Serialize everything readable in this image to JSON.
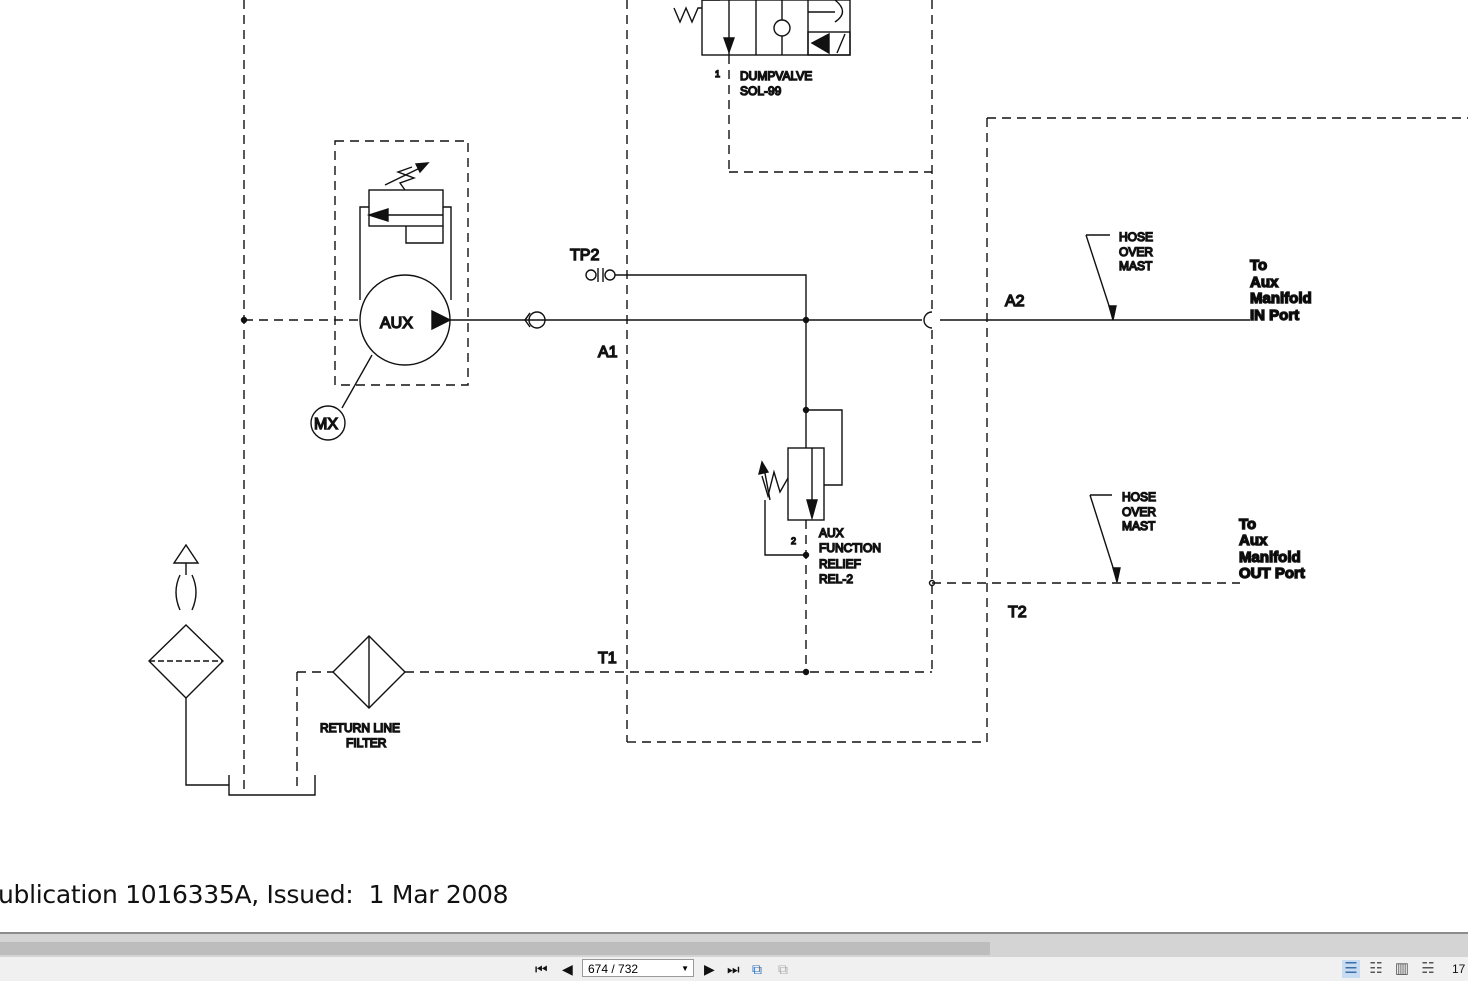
{
  "diagram": {
    "dumpvalve": {
      "port": "1",
      "name": "DUMPVALVE",
      "id": "SOL-99"
    },
    "pump_label": "AUX",
    "motor_label": "MX",
    "tp2": "TP2",
    "a1": "A1",
    "a2": "A2",
    "t1": "T1",
    "t2": "T2",
    "hose1": [
      "HOSE",
      "OVER",
      "MAST"
    ],
    "hose2": [
      "HOSE",
      "OVER",
      "MAST"
    ],
    "to_in": [
      "To",
      "Aux",
      "Manifold",
      "IN Port"
    ],
    "to_out": [
      "To",
      "Aux",
      "Manifold",
      "OUT Port"
    ],
    "relief": {
      "port": "2",
      "lines": [
        "AUX",
        "FUNCTION",
        "RELIEF",
        "REL-2"
      ]
    },
    "return_filter": [
      "RETURN LINE",
      "FILTER"
    ]
  },
  "footer": "ublication 1016335A, Issued:  1 Mar 2008",
  "toolbar": {
    "page_indicator": "674 / 732",
    "zoom_partial": "17"
  }
}
